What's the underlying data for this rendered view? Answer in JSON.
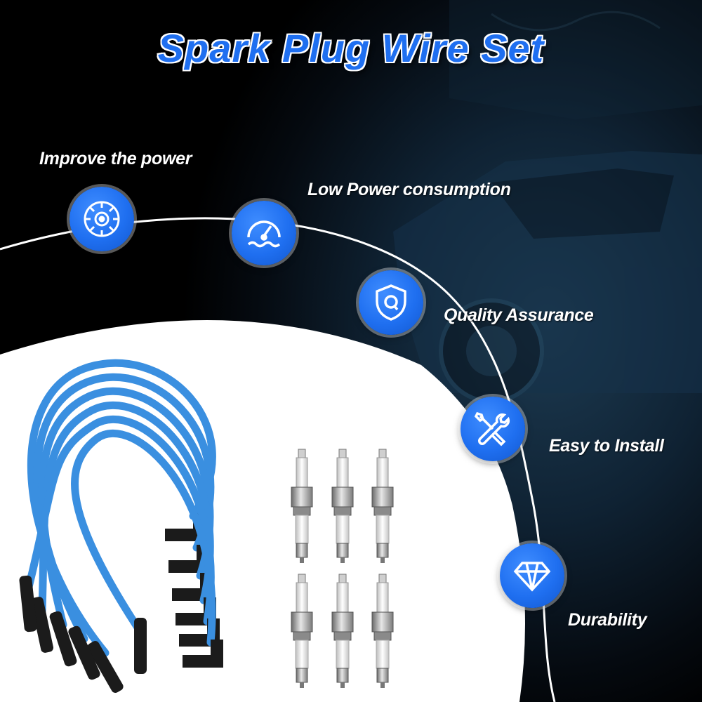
{
  "title": "Spark Plug Wire Set",
  "features": [
    {
      "label": "Improve the power",
      "icon": "brake-disc-icon"
    },
    {
      "label": "Low Power consumption",
      "icon": "speedometer-icon"
    },
    {
      "label": "Quality Assurance",
      "icon": "shield-q-icon"
    },
    {
      "label": "Easy to Install",
      "icon": "tools-icon"
    },
    {
      "label": "Durability",
      "icon": "diamond-icon"
    }
  ],
  "colors": {
    "accent": "#1f6ff0",
    "wire": "#3a8fe0",
    "boot": "#1b1b1b",
    "background": "#000000"
  },
  "product": {
    "spark_plug_count": 6,
    "wire_count": 6
  }
}
